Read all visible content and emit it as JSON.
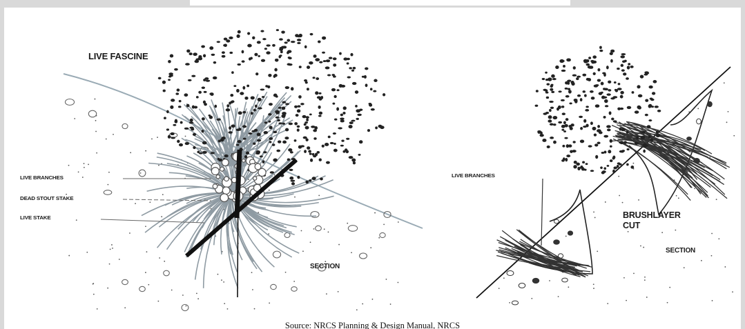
{
  "figures": {
    "live_fascine": {
      "title": "LIVE FASCINE",
      "labels": [
        "LIVE BRANCHES",
        "DEAD STOUT STAKE",
        "LIVE STAKE"
      ],
      "section_label": "SECTION"
    },
    "brushlayer": {
      "labels": [
        "LIVE BRANCHES",
        "BRUSHLAYER CUT"
      ],
      "section_label": "SECTION"
    }
  },
  "caption": "Source: NRCS Planning & Design Manual, NRCS",
  "colors": {
    "frame": "#d9d9d9",
    "panel": "#ffffff",
    "ink": "#1a1a1a",
    "soil_line": "#8fa3ad",
    "branch": "#8f9ba3",
    "leaf": "#222222"
  }
}
